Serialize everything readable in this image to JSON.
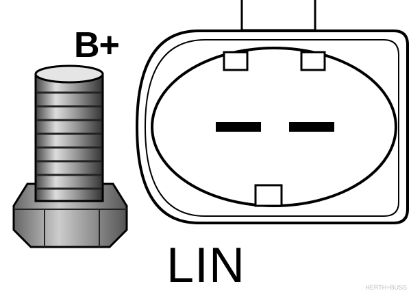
{
  "labels": {
    "battery_terminal": "B+",
    "connector": "LIN"
  },
  "watermark": "HERTH+BUSS",
  "colors": {
    "ink": "#000000",
    "metal_light": "#d8d8d8",
    "metal_dark": "#555555",
    "background": "#ffffff"
  }
}
